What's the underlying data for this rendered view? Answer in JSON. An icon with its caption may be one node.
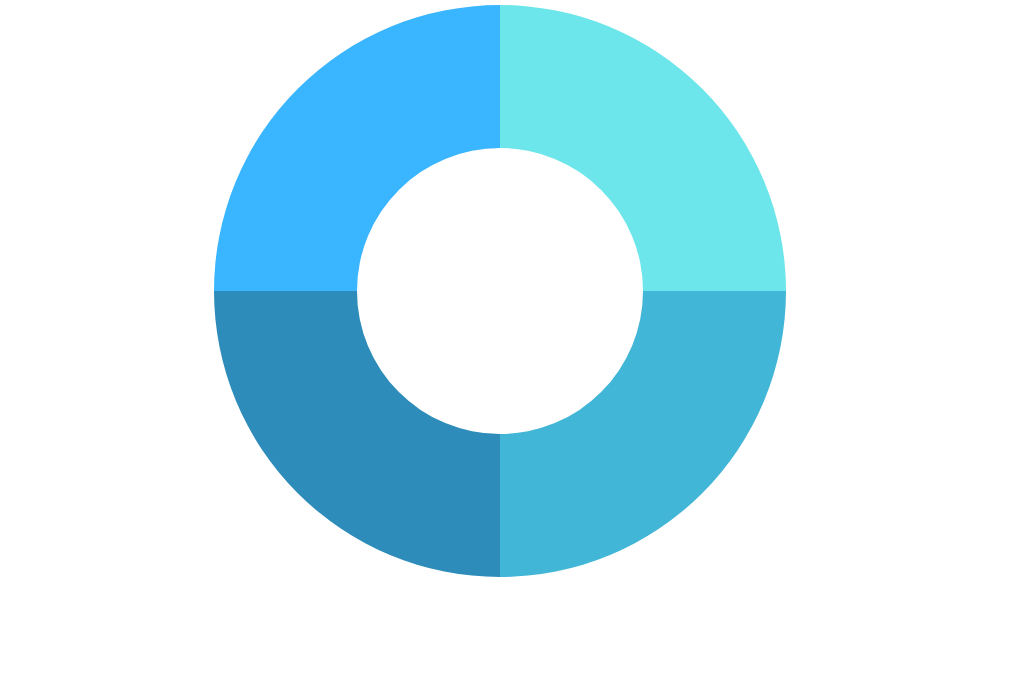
{
  "diagram": {
    "nodes": [
      {
        "text": [],
        "shape": "segment"
      },
      {
        "text": [],
        "shape": "segment"
      },
      {
        "text": [],
        "shape": "segment"
      },
      {
        "text": [],
        "shape": "segment"
      }
    ]
  }
}
